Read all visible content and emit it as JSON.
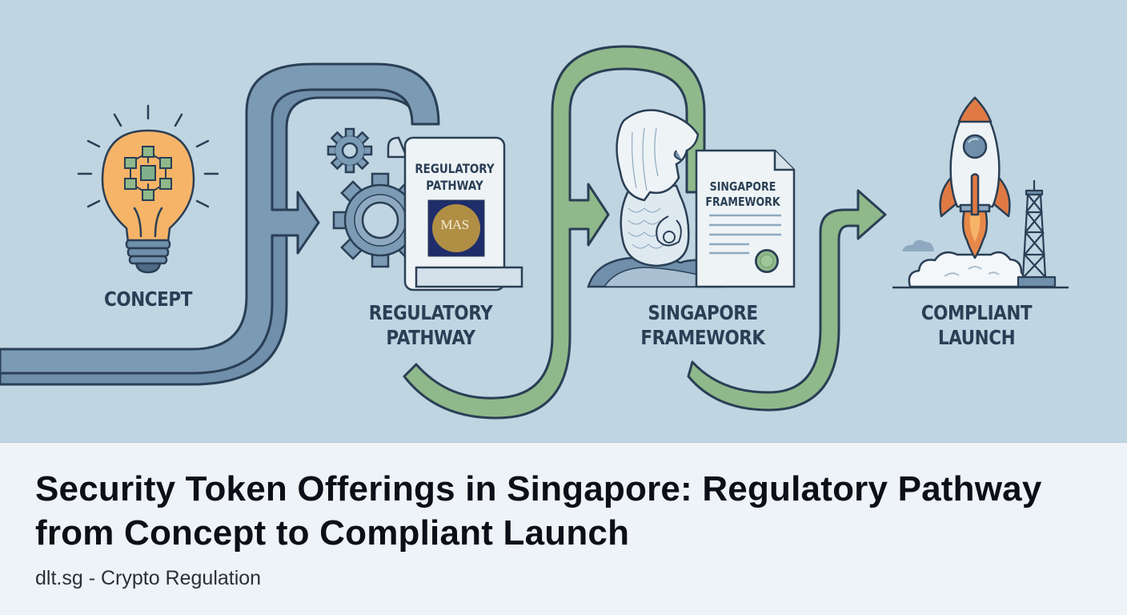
{
  "hero": {
    "background_color": "#c0d5e2",
    "stages": [
      {
        "id": "concept",
        "label": "CONCEPT",
        "icon": "lightbulb-blockchain-icon"
      },
      {
        "id": "regulatory",
        "label": "REGULATORY\nPATHWAY",
        "icon": "gears-scroll-icon"
      },
      {
        "id": "singapore",
        "label": "SINGAPORE\nFRAMEWORK",
        "icon": "merlion-certificate-icon"
      },
      {
        "id": "launch",
        "label": "COMPLIANT\nLAUNCH",
        "icon": "rocket-launch-icon"
      }
    ],
    "regulatory_document": {
      "heading": "REGULATORY\nPATHWAY",
      "seal_text": "MAS",
      "seal_bg": "#1f2d6b",
      "seal_color": "#b08f45"
    },
    "singapore_document": {
      "heading": "SINGAPORE\nFRAMEWORK",
      "seal_color": "#8fb98a"
    },
    "path_colors": {
      "blue": "#6f8fab",
      "green": "#8fb98a",
      "outline": "#2a3f55"
    }
  },
  "footer": {
    "title": "Security Token Offerings in Singapore: Regulatory Pathway from Concept to Compliant Launch",
    "subtitle": "dlt.sg - Crypto Regulation"
  }
}
